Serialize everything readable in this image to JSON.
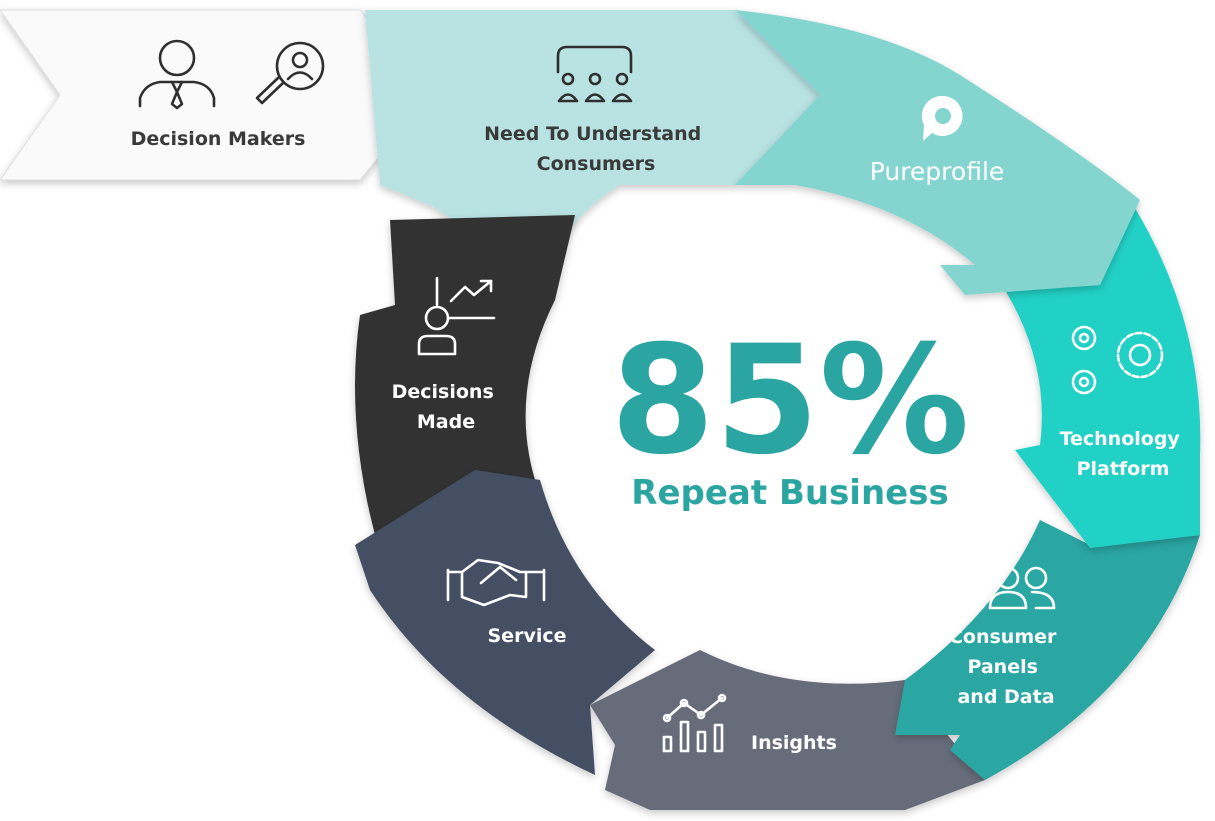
{
  "entry_step": {
    "label": "Decision Makers"
  },
  "cycle_steps": [
    {
      "label_lines": [
        "Need To Understand",
        "Consumers"
      ]
    },
    {
      "brand_name": "Pureprofile"
    },
    {
      "label_lines": [
        "Technology",
        "Platform"
      ]
    },
    {
      "label_lines": [
        "Consumer",
        "Panels",
        "and Data"
      ]
    },
    {
      "label_lines": [
        "Insights"
      ]
    },
    {
      "label_lines": [
        "Service"
      ]
    },
    {
      "label_lines": [
        "Decisions",
        "Made"
      ]
    }
  ],
  "center": {
    "value": "85%",
    "caption": "Repeat Business"
  },
  "colors": {
    "entry_fill": "#fafafa",
    "need": "#b9e2e3",
    "pureprofile": "#84d5cf",
    "technology": "#22d1c6",
    "consumer": "#2aa6a3",
    "insights": "#666c7a",
    "service": "#454f64",
    "decisions": "#333333",
    "center_text": "#2ba5a2"
  },
  "icons": [
    "user-tie-icon",
    "magnifier-user-icon",
    "audience-icon",
    "pureprofile-logo-icon",
    "gears-icon",
    "people-icon",
    "chart-icon",
    "handshake-icon",
    "presenter-chart-icon"
  ]
}
